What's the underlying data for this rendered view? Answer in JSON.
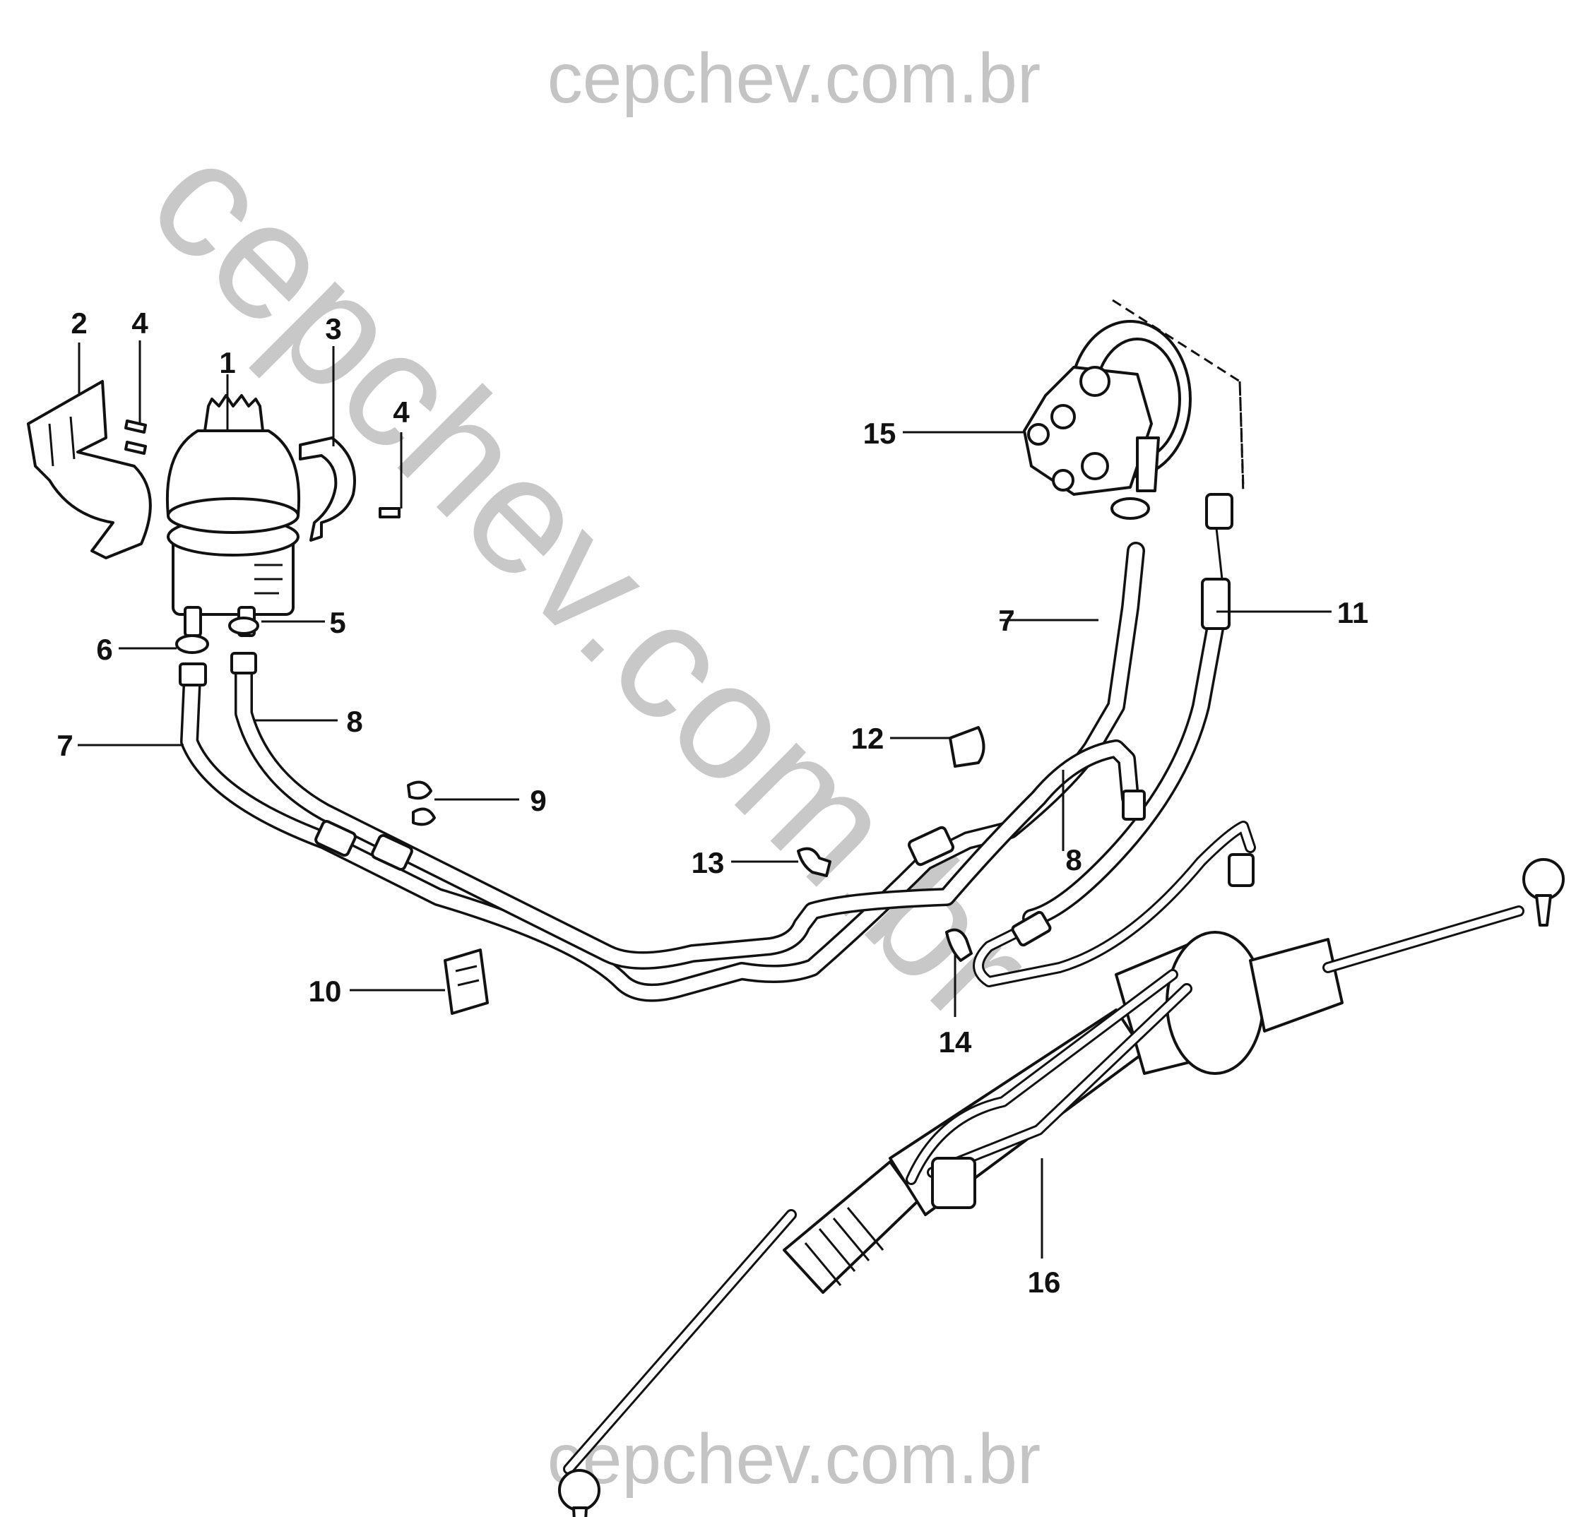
{
  "watermark": {
    "top": "cepchev.com.br",
    "diagonal": "cepchev.com.br",
    "bottom": "cepchev.com.br"
  },
  "callouts": [
    {
      "id": "c1",
      "label": "1",
      "part": "reservoir"
    },
    {
      "id": "c2",
      "label": "2",
      "part": "reservoir-bracket"
    },
    {
      "id": "c3",
      "label": "3",
      "part": "reservoir-strap"
    },
    {
      "id": "c4a",
      "label": "4",
      "part": "bracket-bolt"
    },
    {
      "id": "c4b",
      "label": "4",
      "part": "strap-bolt"
    },
    {
      "id": "c5",
      "label": "5",
      "part": "hose-clamp"
    },
    {
      "id": "c6",
      "label": "6",
      "part": "hose-clamp"
    },
    {
      "id": "c7a",
      "label": "7",
      "part": "supply-hose"
    },
    {
      "id": "c7b",
      "label": "7",
      "part": "supply-hose"
    },
    {
      "id": "c8a",
      "label": "8",
      "part": "return-hose"
    },
    {
      "id": "c8b",
      "label": "8",
      "part": "return-hose"
    },
    {
      "id": "c9",
      "label": "9",
      "part": "pipe-clip"
    },
    {
      "id": "c10",
      "label": "10",
      "part": "pipe-holder"
    },
    {
      "id": "c11",
      "label": "11",
      "part": "pressure-line"
    },
    {
      "id": "c12",
      "label": "12",
      "part": "grommet"
    },
    {
      "id": "c13",
      "label": "13",
      "part": "pipe-clip"
    },
    {
      "id": "c14",
      "label": "14",
      "part": "pipe-clip"
    },
    {
      "id": "c15",
      "label": "15",
      "part": "power-steering-pump"
    },
    {
      "id": "c16",
      "label": "16",
      "part": "steering-rack"
    }
  ]
}
